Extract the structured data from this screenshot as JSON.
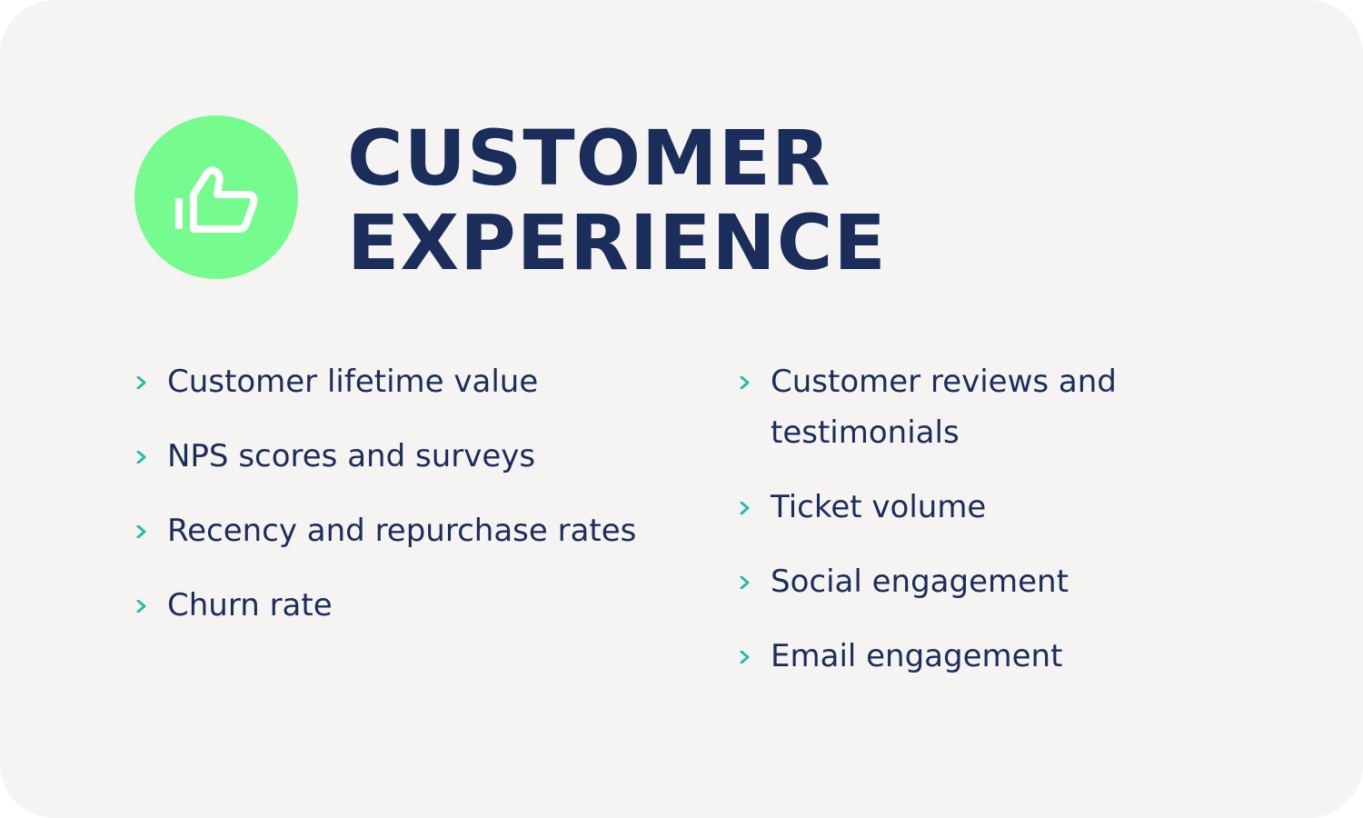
{
  "header": {
    "icon": "thumbs-up-icon",
    "title_line1": "CUSTOMER",
    "title_line2": "EXPERIENCE"
  },
  "colors": {
    "background": "#f5f4f3",
    "accent_circle": "#76fb8f",
    "title_text": "#1b2d5b",
    "body_text": "#1b2d5b",
    "bullet": "#1fbfa6"
  },
  "lists": {
    "left": [
      "Customer lifetime value",
      "NPS scores and surveys",
      "Recency and repurchase rates",
      "Churn rate"
    ],
    "right": [
      "Customer reviews and testimonials",
      "Ticket volume",
      "Social engagement",
      "Email engagement"
    ]
  }
}
